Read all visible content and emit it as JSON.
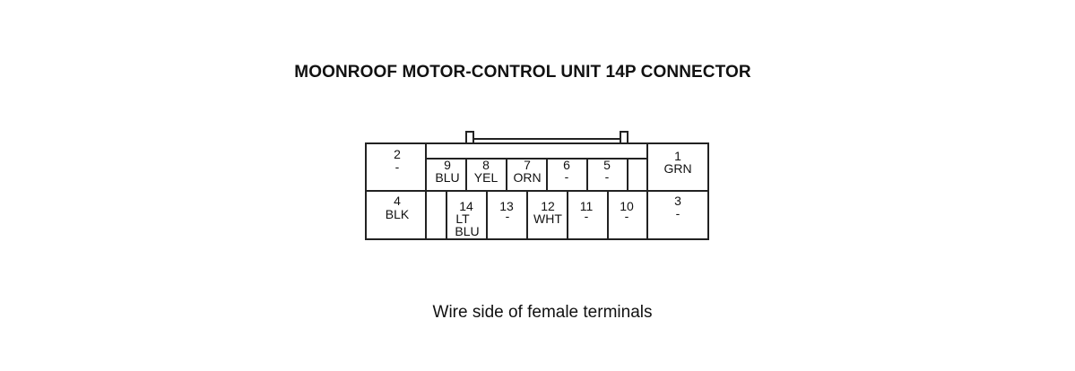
{
  "title": "MOONROOF MOTOR-CONTROL UNIT 14P CONNECTOR",
  "caption": "Wire side of female terminals",
  "terminals": [
    {
      "num": "1",
      "wire": "GRN"
    },
    {
      "num": "2",
      "wire": "-"
    },
    {
      "num": "3",
      "wire": "-"
    },
    {
      "num": "4",
      "wire": "BLK"
    },
    {
      "num": "5",
      "wire": "-"
    },
    {
      "num": "6",
      "wire": "-"
    },
    {
      "num": "7",
      "wire": "ORN"
    },
    {
      "num": "8",
      "wire": "YEL"
    },
    {
      "num": "9",
      "wire": "BLU"
    },
    {
      "num": "10",
      "wire": "-"
    },
    {
      "num": "11",
      "wire": "-"
    },
    {
      "num": "12",
      "wire": "WHT"
    },
    {
      "num": "13",
      "wire": "-"
    },
    {
      "num": "14",
      "wire": "LT BLU",
      "wire_lines": [
        "LT",
        "BLU"
      ]
    }
  ]
}
